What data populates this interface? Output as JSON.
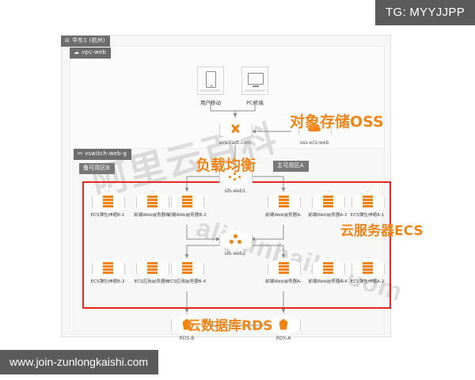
{
  "overlay": {
    "tg_tag": "TG: MYYJJPP",
    "url_tag": "www.join-zunlongkaishi.com"
  },
  "watermark": {
    "cn": "阿里云百科",
    "en": "aliyunbaike.com"
  },
  "panels": {
    "region": {
      "label": "华东1 (杭州)",
      "icon": "region-icon"
    },
    "vpc": {
      "label": "vpc-web",
      "icon": "cloud-icon"
    },
    "vswitch": {
      "label": "vswitch-web-g",
      "icon": "link-icon"
    },
    "zone_b": {
      "label": "备可用区B"
    },
    "zone_a": {
      "label": "主可用区A"
    }
  },
  "callouts": {
    "oss": "对象存储OSS",
    "slb": "负载均衡",
    "ecs": "云服务器ECS",
    "rds": "云数据库RDS"
  },
  "devices": [
    {
      "label": "用户移动",
      "icon": "mobile-icon"
    },
    {
      "label": "PC终端",
      "icon": "desktop-icon"
    }
  ],
  "nodes": {
    "dns": {
      "label": "ecs-cadt.com",
      "icon": "dns-icon"
    },
    "oss": {
      "label": "oss-ecs-web",
      "icon": "oss-bucket-icon"
    },
    "slb1": {
      "label": "slb-web1",
      "icon": "slb-icon"
    },
    "slb2": {
      "label": "slb-web2",
      "icon": "slb-icon"
    },
    "rds_b": {
      "label": "RDS-B",
      "icon": "database-icon"
    },
    "rds_a": {
      "label": "RDS-A",
      "icon": "database-icon"
    }
  },
  "ecs_row1": [
    {
      "label": "ECS弹性伸缩B-1",
      "icon": "server-icon"
    },
    {
      "label": "前端Web服务器B-",
      "icon": "server-icon"
    },
    {
      "label": "前端Web服务器B-2",
      "icon": "server-icon"
    },
    {
      "label": "前端Web服务器A-",
      "icon": "server-icon"
    },
    {
      "label": "前端Web服务器A-2",
      "icon": "server-icon"
    },
    {
      "label": "ECS弹性伸缩A-1",
      "icon": "server-icon"
    }
  ],
  "ecs_row2": [
    {
      "label": "ECS弹性伸缩B-3",
      "icon": "server-icon"
    },
    {
      "label": "ECS应用服务器B-",
      "icon": "server-icon"
    },
    {
      "label": "ECS应用服务器B-4",
      "icon": "server-icon"
    },
    {
      "label": "前端Web服务器A-",
      "icon": "server-icon"
    },
    {
      "label": "前端Web服务器A-4",
      "icon": "server-icon"
    },
    {
      "label": "ECS弹性伸缩A-2",
      "icon": "server-icon"
    }
  ],
  "colors": {
    "accent": "#f08519",
    "highlight": "#e02b20",
    "wire": "#8d8d8d",
    "chip": "#6d6d6d"
  }
}
